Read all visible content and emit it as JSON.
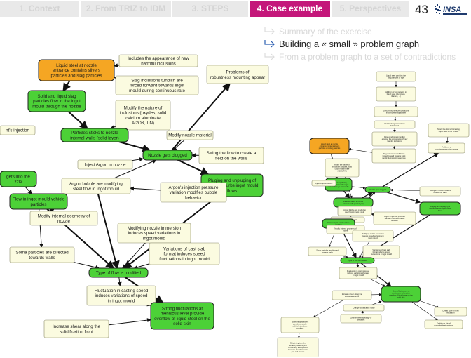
{
  "nav": {
    "tabs": [
      {
        "label": "1. Context",
        "active": false
      },
      {
        "label": "2. From TRIZ to IDM",
        "active": false
      },
      {
        "label": "3. STEPS",
        "active": false
      },
      {
        "label": "4. Case example",
        "active": true
      },
      {
        "label": "5. Perspectives",
        "active": false
      }
    ],
    "page_number": "43",
    "logo_text": "INSA"
  },
  "outline": [
    {
      "text": "Summary of the exercise",
      "current": false
    },
    {
      "text": "Building a « small » problem graph",
      "current": true
    },
    {
      "text": "From a problem graph to a set of contradictions",
      "current": false
    }
  ],
  "colors": {
    "accent": "#c4177a",
    "green_node": "#4cd137",
    "orange_node": "#f5a623",
    "cream_node": "#fbfbe0"
  },
  "left_graph": {
    "nodes": [
      {
        "id": "n1",
        "lines": [
          "Liquid steel at nozzle",
          "entrance contains silvers",
          "particles and slag particles"
        ],
        "kind": "orange"
      },
      {
        "id": "n2",
        "lines": [
          "Includes the appearance of new",
          "harmful inclusions"
        ],
        "kind": "cream"
      },
      {
        "id": "n3",
        "lines": [
          "Problems of",
          "robustness mounting appear"
        ],
        "kind": "cream"
      },
      {
        "id": "n4",
        "lines": [
          "Slag inclusions tundish are",
          "forced forward towards ingot",
          "mould during continuous rate"
        ],
        "kind": "cream"
      },
      {
        "id": "n5",
        "lines": [
          "Solid and liquid slag",
          "particles flow in the ingot",
          "mould through the nozzle"
        ],
        "kind": "green"
      },
      {
        "id": "n6",
        "lines": [
          "Modify the nature of",
          "inclusions (oxydes, solid",
          "calcium aluminate",
          "Al2O3, TiN)"
        ],
        "kind": "cream"
      },
      {
        "id": "n7",
        "lines": [
          "nt's injection"
        ],
        "kind": "cream"
      },
      {
        "id": "n8",
        "lines": [
          "Particles sticks to nozzle",
          "internal walls (solid layer)"
        ],
        "kind": "green"
      },
      {
        "id": "n9",
        "lines": [
          "Modify nozzle material"
        ],
        "kind": "cream"
      },
      {
        "id": "n10",
        "lines": [
          "Nozzle gets clogged"
        ],
        "kind": "green"
      },
      {
        "id": "n11",
        "lines": [
          "Swing the flow to create a",
          "field on the walls"
        ],
        "kind": "cream"
      },
      {
        "id": "n12",
        "lines": [
          "Inject Argon in nozzle"
        ],
        "kind": "cream"
      },
      {
        "id": "n13",
        "lines": [
          "gets into the",
          "zzle"
        ],
        "kind": "green"
      },
      {
        "id": "n14",
        "lines": [
          "Argon bubble are modifying",
          "steel flow in ingot mould"
        ],
        "kind": "cream"
      },
      {
        "id": "n15",
        "lines": [
          "Pluging and unpluging of",
          "nozzle disturbs ingot mould",
          "flows"
        ],
        "kind": "green"
      },
      {
        "id": "n16",
        "lines": [
          "Flow in ingot mould vehicle",
          "particles"
        ],
        "kind": "green"
      },
      {
        "id": "n17",
        "lines": [
          "Argon's injection pressure",
          "variation modifies bubble",
          "behavior"
        ],
        "kind": "cream"
      },
      {
        "id": "n18",
        "lines": [
          "Modify internal geometry of",
          "nozzle"
        ],
        "kind": "cream"
      },
      {
        "id": "n19",
        "lines": [
          "Modifying nozzle immersion",
          "induces speed variations in",
          "ingot mould"
        ],
        "kind": "cream"
      },
      {
        "id": "n20",
        "lines": [
          "Some particles are directed",
          "towards walls"
        ],
        "kind": "cream"
      },
      {
        "id": "n21",
        "lines": [
          "Variations of cast slab",
          "format induces speed",
          "fluctuations in ingot mould"
        ],
        "kind": "cream"
      },
      {
        "id": "n22",
        "lines": [
          "Type of flow is modified"
        ],
        "kind": "green"
      },
      {
        "id": "n23",
        "lines": [
          "Fluctuation in casting speed",
          "induces variations of speed",
          "in ingot mould"
        ],
        "kind": "cream"
      },
      {
        "id": "n24",
        "lines": [
          "Increase shear along the",
          "solidification front"
        ],
        "kind": "cream"
      },
      {
        "id": "n25",
        "lines": [
          "Strong fluctuations at",
          "meniscus level provide",
          "overflow of liquid steel on the",
          "solid skin"
        ],
        "kind": "green"
      }
    ]
  },
  "right_graph": {
    "nodes": [
      {
        "id": "r1",
        "lines": [
          "Liquid steel contains the",
          "slag particles of type"
        ],
        "kind": "cream"
      },
      {
        "id": "r2",
        "lines": [
          "Addition of components in",
          "liquid steel (aluminium,",
          "titanium, ...)"
        ],
        "kind": "cream"
      },
      {
        "id": "r3",
        "lines": [
          "Descending steel jets produces",
          "in particles in liquid steel"
        ],
        "kind": "cream"
      },
      {
        "id": "r4",
        "lines": [
          "Nozzle designs sent from",
          "full shroud"
        ],
        "kind": "cream"
      },
      {
        "id": "r5",
        "lines": [
          "Mould the flow to force slug",
          "liquid steel in the tundish"
        ],
        "kind": "cream"
      },
      {
        "id": "r6",
        "lines": [
          "Problems of",
          "robustness mounting appear"
        ],
        "kind": "cream"
      },
      {
        "id": "r7",
        "lines": [
          "Flow conditions in tundish",
          "ensured the appearance of new",
          "harmful inclusions"
        ],
        "kind": "cream"
      },
      {
        "id": "r8",
        "lines": [
          "Slag inclusions tundish are",
          "forced forward towards ingot",
          "mould during continuous rate"
        ],
        "kind": "cream"
      },
      {
        "id": "r9",
        "lines": [
          "Modify the nature of",
          "inclusions (oxydes, solid",
          "calcium aluminate",
          "Al2O3, TiN)"
        ],
        "kind": "cream"
      },
      {
        "id": "r10",
        "lines": [
          "Liquid steel at nozzle",
          "entrance contains silvers",
          "particles and slag particles"
        ],
        "kind": "orange"
      },
      {
        "id": "r11",
        "lines": [
          "Solid and liquid slag",
          "particles flow in the ingot",
          "mould through the nozzle"
        ],
        "kind": "green"
      },
      {
        "id": "r12",
        "lines": [
          "Particles sticks to nozzle",
          "internal walls (solid layer)"
        ],
        "kind": "green"
      },
      {
        "id": "r13",
        "lines": [
          "Modify nozzle material"
        ],
        "kind": "cream"
      },
      {
        "id": "r14",
        "lines": [
          "Nozzle gets clogged"
        ],
        "kind": "green"
      },
      {
        "id": "r15",
        "lines": [
          "Swing the flow to create a",
          "field on the walls"
        ],
        "kind": "cream"
      },
      {
        "id": "r16",
        "lines": [
          "Pluging and unpluging of",
          "nozzle disturbs ingot mould",
          "flows"
        ],
        "kind": "green"
      },
      {
        "id": "r17",
        "lines": [
          "Inject Argon in nozzle"
        ],
        "kind": "cream"
      },
      {
        "id": "r18",
        "lines": [
          "Argon bubble are modifying",
          "steel flow in ingot mould"
        ],
        "kind": "cream"
      },
      {
        "id": "r19",
        "lines": [
          "Flow in ingot mould vehicle",
          "particles"
        ],
        "kind": "green"
      },
      {
        "id": "r20",
        "lines": [
          "Argon's injection pressure",
          "variation modifies bubble",
          "behavior"
        ],
        "kind": "cream"
      },
      {
        "id": "r21",
        "lines": [
          "Modify internal geometry of",
          "nozzle"
        ],
        "kind": "cream"
      },
      {
        "id": "r22",
        "lines": [
          "Modifying nozzle immersion",
          "induces speed variations in",
          "ingot mould"
        ],
        "kind": "cream"
      },
      {
        "id": "r23",
        "lines": [
          "Some particles are directed",
          "towards walls"
        ],
        "kind": "cream"
      },
      {
        "id": "r24",
        "lines": [
          "Variations of cast slab",
          "format induces speed",
          "fluctuations in ingot mould"
        ],
        "kind": "cream"
      },
      {
        "id": "r25",
        "lines": [
          "Type of flow is modified"
        ],
        "kind": "green"
      },
      {
        "id": "r26",
        "lines": [
          "Fluctuation in casting speed",
          "induces variations of speed",
          "in ingot mould"
        ],
        "kind": "cream"
      },
      {
        "id": "r27",
        "lines": [
          "Strong fluctuations at",
          "meniscus level provide",
          "overflow of liquid steel on the",
          "solid skin"
        ],
        "kind": "green"
      },
      {
        "id": "r28",
        "lines": [
          "Increase shear along the",
          "solidification front"
        ],
        "kind": "cream"
      },
      {
        "id": "r29",
        "lines": [
          "Change solidification mode"
        ],
        "kind": "cream"
      },
      {
        "id": "r30",
        "lines": [
          "Change the morphology of",
          "dendrites"
        ],
        "kind": "cream"
      },
      {
        "id": "r31",
        "lines": [
          "Defeat (type of level",
          "regulation"
        ],
        "kind": "cream"
      },
      {
        "id": "r32",
        "lines": [
          "Emitting in situ of",
          "controlled level variation"
        ],
        "kind": "cream"
      },
      {
        "id": "r33",
        "lines": [
          "Some trapped silvers",
          "particles provoke",
          "unfinished volume",
          "problems"
        ],
        "kind": "cream"
      },
      {
        "id": "r34",
        "lines": [
          "Strip trying to make",
          "surface problems (3-4",
          "cm-inches) few rejected",
          "because of inclusions in",
          "part and defects"
        ],
        "kind": "cream"
      }
    ]
  }
}
